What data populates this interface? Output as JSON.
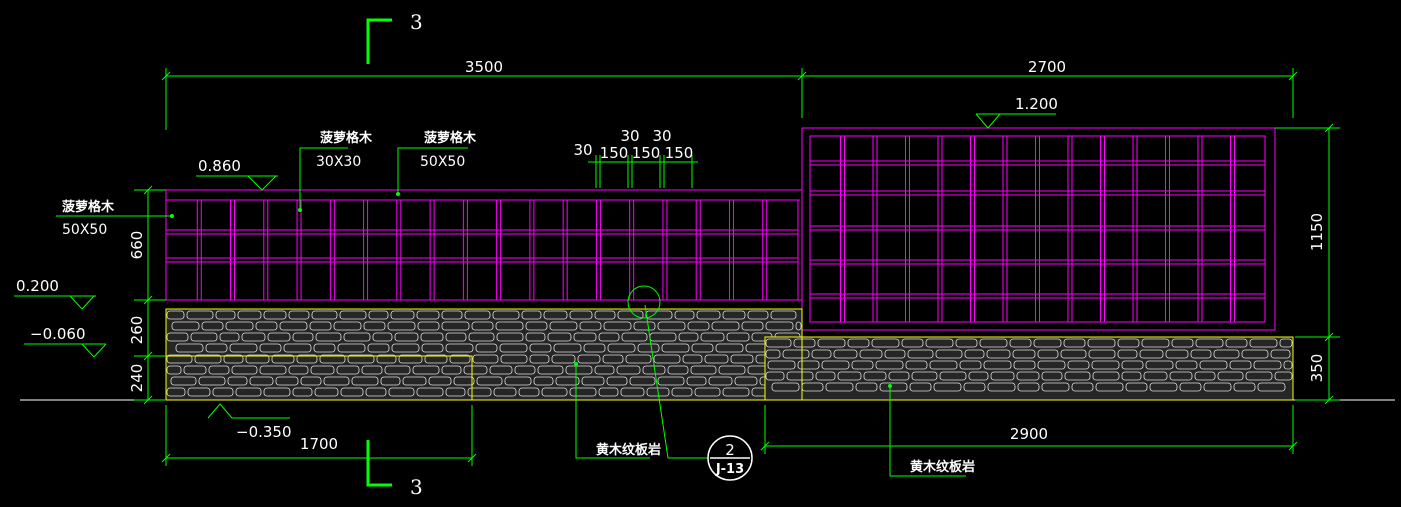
{
  "section_marks": {
    "number": "3"
  },
  "dimensions": {
    "top_left": "3500",
    "top_right": "2700",
    "bottom_left": "1700",
    "bottom_right": "2900",
    "left_660": "660",
    "left_260": "260",
    "left_240": "240",
    "right_1150": "1150",
    "right_350": "350",
    "detail_30a": "30",
    "detail_150a": "150",
    "detail_30b": "30",
    "detail_150b": "150",
    "detail_30c": "30",
    "detail_150c": "150"
  },
  "elevations": {
    "e_0860": "0.860",
    "e_1200": "1.200",
    "e_0200": "0.200",
    "e_n0060": "−0.060",
    "e_n0350": "−0.350"
  },
  "labels": {
    "pine_lattice_a": "菠萝格木",
    "pine_size_a": "30X30",
    "pine_lattice_b": "菠萝格木",
    "pine_size_b": "50X50",
    "pine_lattice_c": "菠萝格木",
    "pine_size_c": "50X50",
    "stone_a": "黄木纹板岩",
    "stone_b": "黄木纹板岩"
  },
  "detail_callout": {
    "number": "2",
    "sheet": "J-13"
  },
  "colors": {
    "background": "#000000",
    "dimension": "#00ff00",
    "lattice": "#ff00ff",
    "stone_outline": "#ffff00",
    "stone_texture": "#ffffff",
    "text": "#ffffff"
  }
}
